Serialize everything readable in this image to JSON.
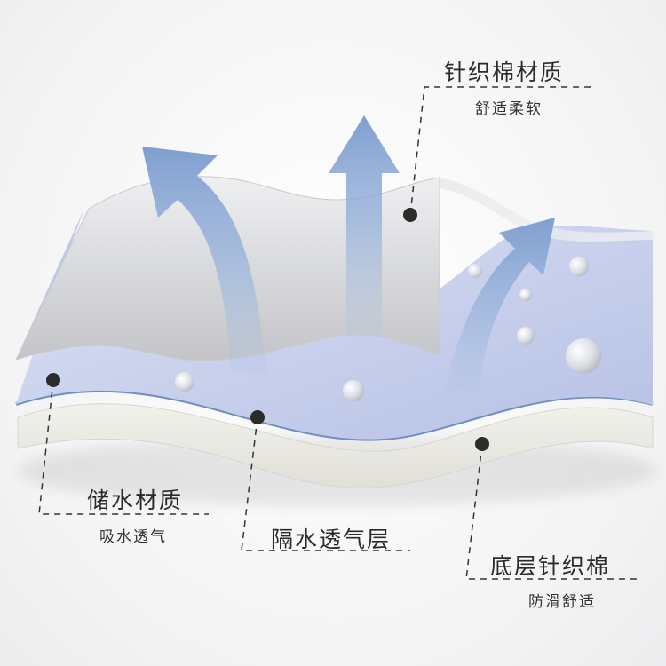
{
  "callouts": [
    {
      "id": "knit-cotton",
      "title": "针织棉材质",
      "subtitle": "舒适柔软"
    },
    {
      "id": "storage",
      "title": "储水材质",
      "subtitle": "吸水透气"
    },
    {
      "id": "membrane",
      "title": "隔水透气层",
      "subtitle": ""
    },
    {
      "id": "bottom",
      "title": "底层针织棉",
      "subtitle": "防滑舒适"
    }
  ],
  "colors": {
    "top_layer": "#d9dadd",
    "blue_layer": "#c9d1ec",
    "arrow": "#8aa8d4",
    "marker": "#2b2b2b"
  },
  "icons": [
    "upward-arrow-icon",
    "water-droplet-icon",
    "marker-dot-icon"
  ]
}
